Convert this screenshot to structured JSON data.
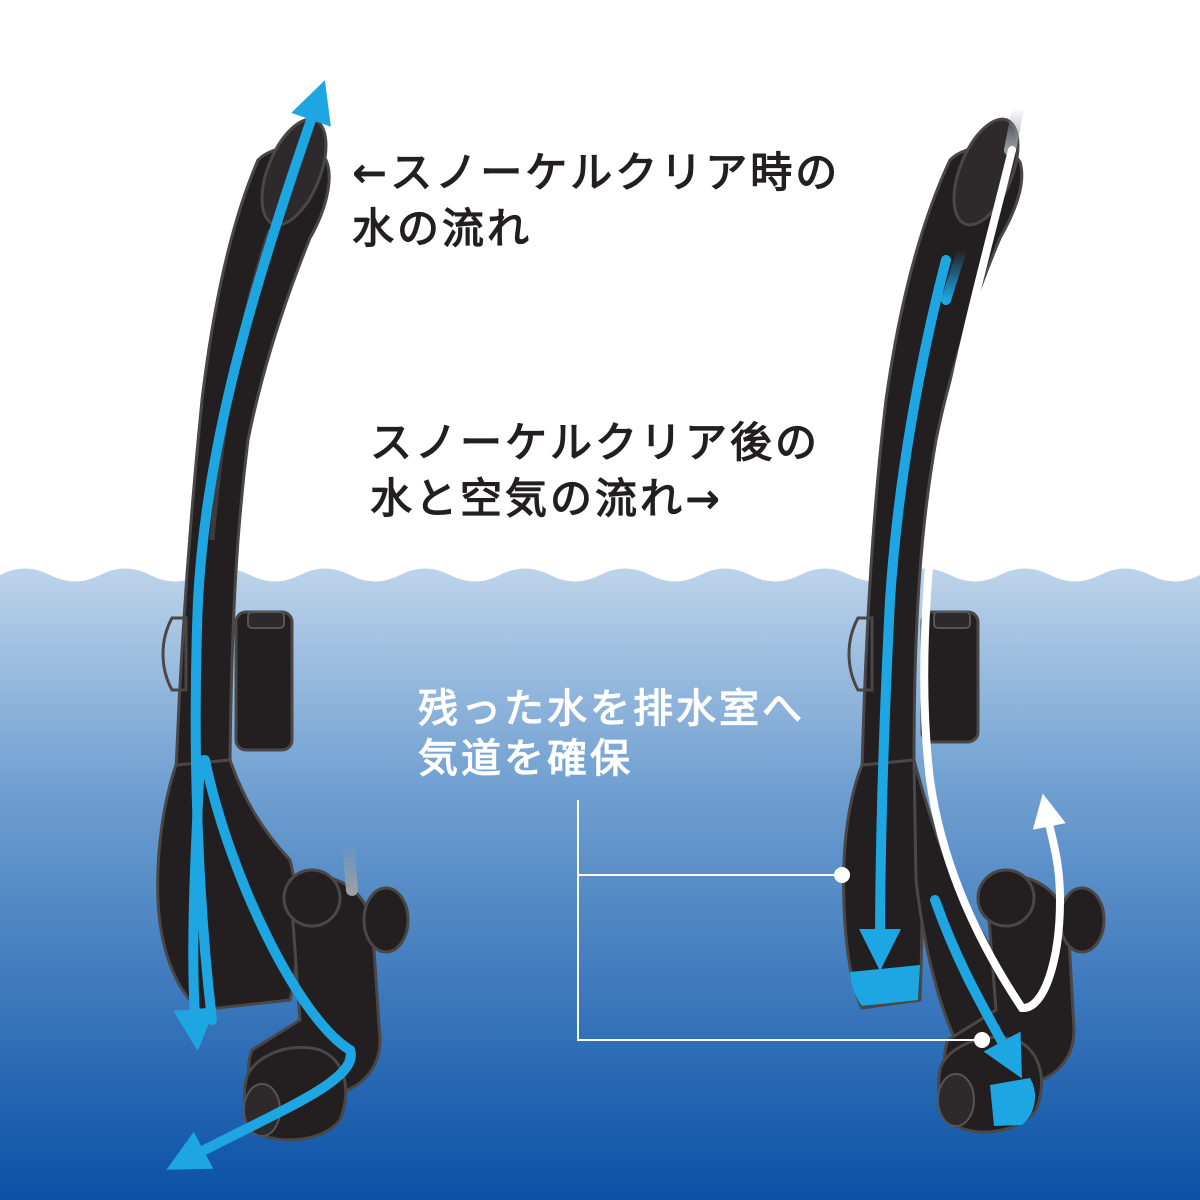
{
  "labels": {
    "clear_during": {
      "line1": "←スノーケルクリア時の",
      "line2": "水の流れ"
    },
    "clear_after": {
      "line1": "スノーケルクリア後の",
      "line2": "水と空気の流れ→"
    },
    "drain": {
      "line1": "残った水を排水室へ",
      "line2": "気道を確保"
    }
  },
  "colors": {
    "water_top": "#bdd3ea",
    "water_bottom": "#0a51a6",
    "snorkel_body": "#231f20",
    "snorkel_edge": "#4a4747",
    "water_flow": "#1ea6e2",
    "air_flow": "#ffffff",
    "leader_line": "#ffffff",
    "text_dark": "#231f20",
    "text_light": "#ffffff"
  },
  "icons": {
    "water_flow_arrow": "arrow-icon",
    "air_flow_arrow": "arrow-icon"
  }
}
